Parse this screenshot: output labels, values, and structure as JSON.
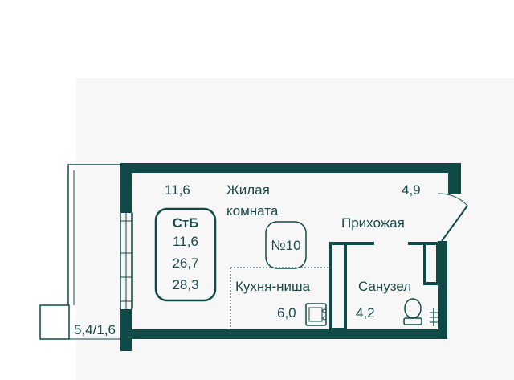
{
  "colors": {
    "wall": "#0f4a47",
    "text": "#1a4a4a",
    "background_panel": "#f7f7f7"
  },
  "rooms": {
    "living_area": "11,6",
    "living_name_line1": "Жилая",
    "living_name_line2": "комната",
    "hall_area": "4,9",
    "hall_name": "Прихожая",
    "kitchen_name": "Кухня-ниша",
    "kitchen_area": "6,0",
    "bathroom_name": "Санузел",
    "bathroom_area": "4,2",
    "balcony_area": "5,4/1,6"
  },
  "summary": {
    "type": "СтБ",
    "living": "11,6",
    "total": "26,7",
    "total_with_balcony": "28,3"
  },
  "apartment_number": "№10"
}
